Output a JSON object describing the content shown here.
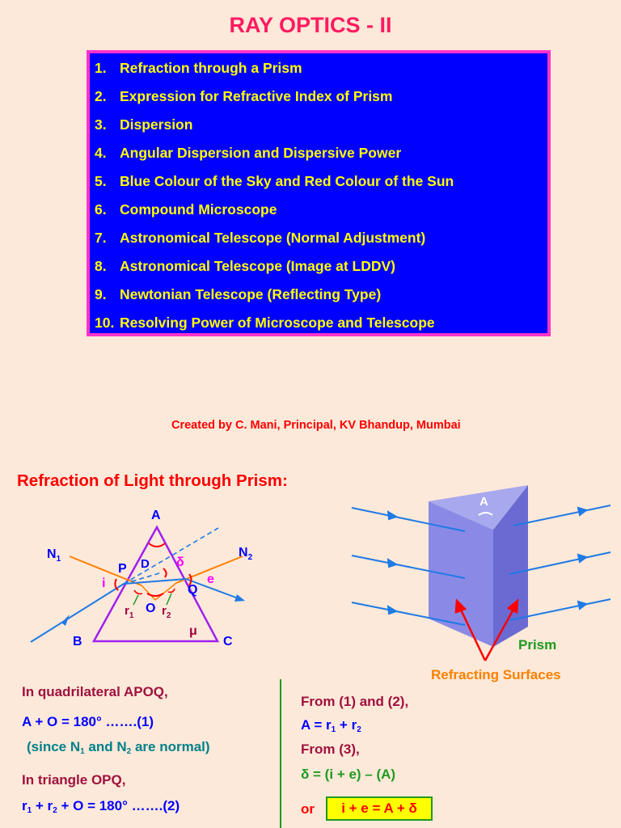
{
  "title": "RAY OPTICS - II",
  "toc": [
    {
      "num": "1.",
      "text": "Refraction through a Prism"
    },
    {
      "num": "2.",
      "text": "Expression for Refractive Index of Prism"
    },
    {
      "num": "3.",
      "text": "Dispersion"
    },
    {
      "num": "4.",
      "text": "Angular Dispersion and Dispersive Power"
    },
    {
      "num": "5.",
      "text": "Blue Colour of the Sky and Red Colour of the Sun"
    },
    {
      "num": "6.",
      "text": "Compound Microscope"
    },
    {
      "num": "7.",
      "text": "Astronomical Telescope (Normal Adjustment)"
    },
    {
      "num": "8.",
      "text": "Astronomical Telescope (Image at LDDV)"
    },
    {
      "num": "9.",
      "text": "Newtonian Telescope (Reflecting Type)"
    },
    {
      "num": "10.",
      "text": "Resolving Power of Microscope and Telescope"
    }
  ],
  "credit": "Created by C. Mani, Principal, KV Bhandup, Mumbai",
  "section_title": "Refraction of Light through Prism:",
  "diagram": {
    "A": "A",
    "B": "B",
    "C": "C",
    "P": "P",
    "Q": "Q",
    "O": "O",
    "D": "D",
    "N1": "N",
    "N1_sub": "1",
    "N2": "N",
    "N2_sub": "2",
    "i": "i",
    "e": "e",
    "delta": "δ",
    "mu": "μ",
    "r1": "r",
    "r1_sub": "1",
    "r2": "r",
    "r2_sub": "2"
  },
  "prism_3d": {
    "apex_label": "A",
    "prism_label": "Prism",
    "surfaces_label": "Refracting Surfaces"
  },
  "left_text": {
    "line1": "In quadrilateral  APOQ,",
    "line2": "A + O = 180°     …….(1)",
    "line3_a": "(since N",
    "line3_sub1": "1",
    "line3_b": " and N",
    "line3_sub2": "2",
    "line3_c": " are normal)",
    "line4": "In triangle OPQ,",
    "line5_a": "r",
    "line5_sub1": "1",
    "line5_b": " + r",
    "line5_sub2": "2",
    "line5_c": " + O = 180°     …….(2)"
  },
  "right_text": {
    "line1": "From (1) and (2),",
    "line2_a": "A = r",
    "line2_sub1": "1",
    "line2_b": " + r",
    "line2_sub2": "2",
    "line3": "From (3),",
    "line4": "δ  = (i + e) – (A)",
    "or": "or",
    "boxed": "i + e = A + δ"
  },
  "colors": {
    "background": "#fde9d9",
    "title": "#ff1a60",
    "toc_bg": "#0000ff",
    "toc_border": "#ff33cc",
    "toc_text": "#ffff00",
    "prism_face": "#8a8ae6",
    "ray": "#1e7ae6",
    "normal": "#ff8000"
  }
}
